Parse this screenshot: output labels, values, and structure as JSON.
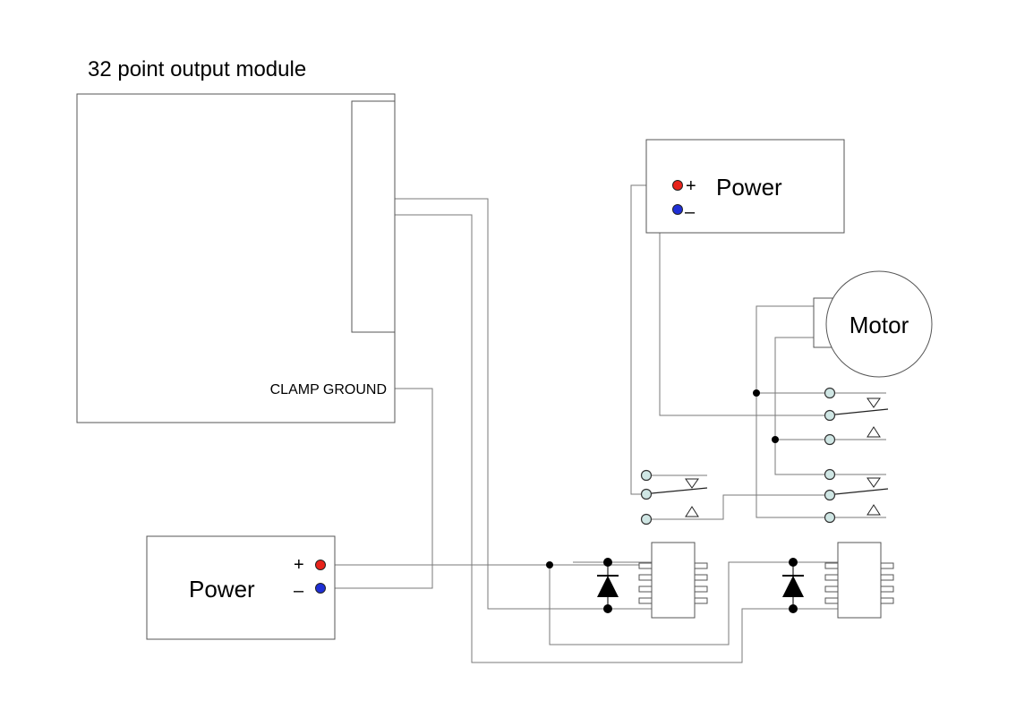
{
  "output_module": {
    "title": "32 point output module",
    "clamp_label": "CLAMP GROUND"
  },
  "power_top": {
    "label": "Power",
    "plus": "+",
    "minus": "–",
    "plus_color": "#e8231b",
    "minus_color": "#1f2fd6"
  },
  "power_bottom": {
    "label": "Power",
    "plus": "+",
    "minus": "–",
    "plus_color": "#e8231b",
    "minus_color": "#1f2fd6"
  },
  "motor": {
    "label": "Motor"
  },
  "colors": {
    "wire": "#7a7a7a",
    "terminal_fill": "#cfe6e4",
    "diode": "#000000"
  }
}
